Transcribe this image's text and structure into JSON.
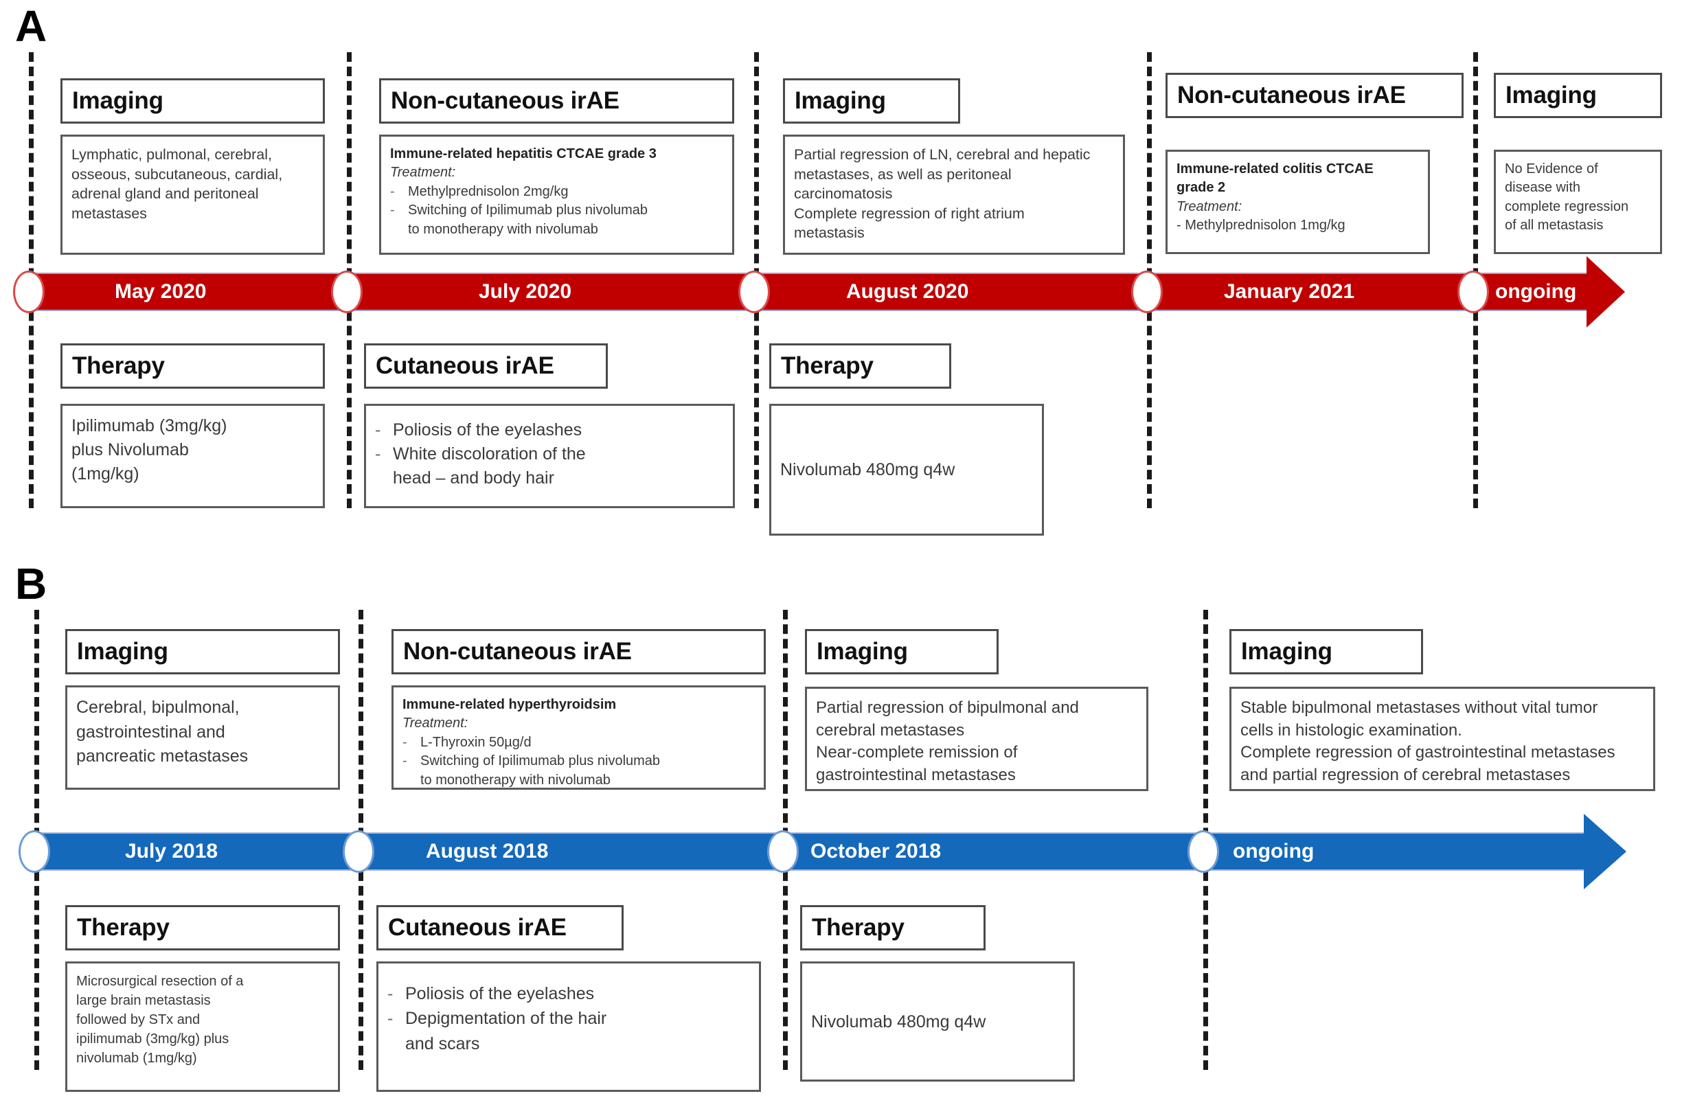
{
  "figure": {
    "panels": [
      {
        "letter": "A",
        "timeline": {
          "color": "#c00000",
          "segments": [
            {
              "label": "May 2020"
            },
            {
              "label": "July 2020"
            },
            {
              "label": "August 2020"
            },
            {
              "label": "January 2021"
            },
            {
              "label": "ongoing"
            }
          ]
        },
        "above": [
          {
            "header": "Imaging",
            "lines": [
              "Lymphatic, pulmonal, cerebral,",
              "osseous, subcutaneous, cardial,",
              "adrenal gland and peritoneal",
              "metastases"
            ]
          },
          {
            "header": "Non-cutaneous irAE",
            "title": "Immune-related hepatitis CTCAE grade 3",
            "subtitle": "Treatment:",
            "bullets": [
              [
                "Methylprednisolon 2mg/kg"
              ],
              [
                "Switching of Ipilimumab plus nivolumab",
                "to monotherapy with nivolumab"
              ]
            ]
          },
          {
            "header": "Imaging",
            "lines": [
              "Partial regression of LN, cerebral and hepatic",
              "metastases, as well as peritoneal",
              "carcinomatosis",
              "Complete regression of right atrium",
              "metastasis"
            ]
          },
          {
            "header": "Non-cutaneous irAE",
            "title_lines": [
              "Immune-related colitis CTCAE",
              "grade 2"
            ],
            "subtitle": "Treatment:",
            "plain_bullets": [
              "- Methylprednisolon 1mg/kg"
            ]
          },
          {
            "header": "Imaging",
            "lines": [
              "No Evidence of",
              "disease with",
              "complete regression",
              "of all metastasis"
            ]
          }
        ],
        "below": [
          {
            "header": "Therapy",
            "lines": [
              "Ipilimumab (3mg/kg)",
              "plus Nivolumab",
              "(1mg/kg)"
            ]
          },
          {
            "header": "Cutaneous irAE",
            "bullets": [
              [
                "Poliosis of the eyelashes"
              ],
              [
                "White discoloration of the",
                "head – and body hair"
              ]
            ]
          },
          {
            "header": "Therapy",
            "lines": [
              "Nivolumab 480mg q4w"
            ]
          }
        ]
      },
      {
        "letter": "B",
        "timeline": {
          "color": "#1469bb",
          "segments": [
            {
              "label": "July 2018"
            },
            {
              "label": "August 2018"
            },
            {
              "label": "October 2018"
            },
            {
              "label": "ongoing"
            }
          ]
        },
        "above": [
          {
            "header": "Imaging",
            "lines": [
              "Cerebral, bipulmonal,",
              "gastrointestinal and",
              "pancreatic metastases"
            ]
          },
          {
            "header": "Non-cutaneous irAE",
            "title": "Immune-related hyperthyroidsim",
            "subtitle": "Treatment:",
            "bullets": [
              [
                "L-Thyroxin 50µg/d"
              ],
              [
                "Switching of Ipilimumab plus nivolumab",
                "to monotherapy with nivolumab"
              ]
            ]
          },
          {
            "header": "Imaging",
            "lines": [
              "Partial regression of bipulmonal and",
              "cerebral metastases",
              "Near-complete remission of",
              "gastrointestinal metastases"
            ]
          },
          {
            "header": "Imaging",
            "lines": [
              "Stable bipulmonal metastases without vital tumor",
              "cells in histologic examination.",
              "Complete regression of gastrointestinal metastases",
              "and partial regression of cerebral metastases"
            ]
          }
        ],
        "below": [
          {
            "header": "Therapy",
            "lines": [
              "Microsurgical resection of a",
              "large brain metastasis",
              "followed by STx and",
              "ipilimumab (3mg/kg) plus",
              "nivolumab (1mg/kg)"
            ]
          },
          {
            "header": "Cutaneous irAE",
            "bullets": [
              [
                "Poliosis of the eyelashes"
              ],
              [
                "Depigmentation of the hair",
                "and scars"
              ]
            ]
          },
          {
            "header": "Therapy",
            "lines": [
              "Nivolumab 480mg q4w"
            ]
          }
        ]
      }
    ]
  }
}
